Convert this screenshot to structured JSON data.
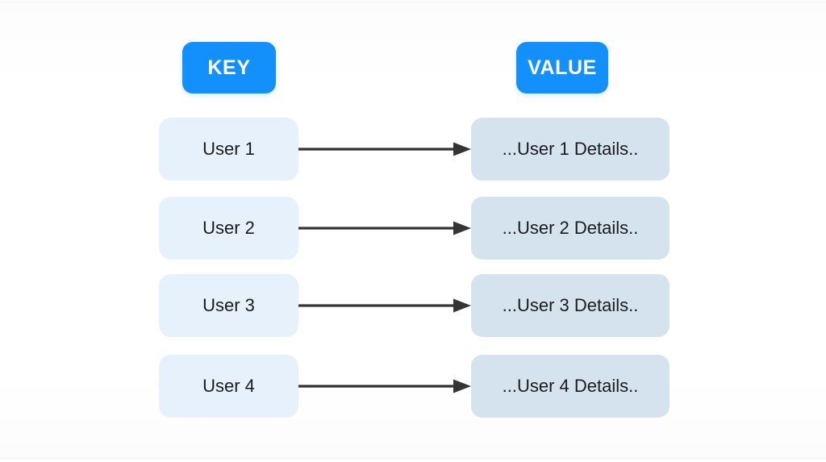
{
  "diagram": {
    "title_key": "KEY",
    "title_value": "VALUE",
    "colors": {
      "header_pill": "#1490fc",
      "header_text": "#ffffff",
      "key_box": "#e6f1fc",
      "value_box": "#d4e3ee",
      "box_text": "#1b1b1d",
      "arrow": "#343437",
      "canvas": "#ffffff"
    },
    "arrow_icon_name": "arrow-right-icon",
    "rows": [
      {
        "key": "User 1",
        "value": "...User 1 Details.."
      },
      {
        "key": "User 2",
        "value": "...User 2 Details.."
      },
      {
        "key": "User 3",
        "value": "...User 3 Details.."
      },
      {
        "key": "User 4",
        "value": "...User 4 Details.."
      }
    ]
  }
}
